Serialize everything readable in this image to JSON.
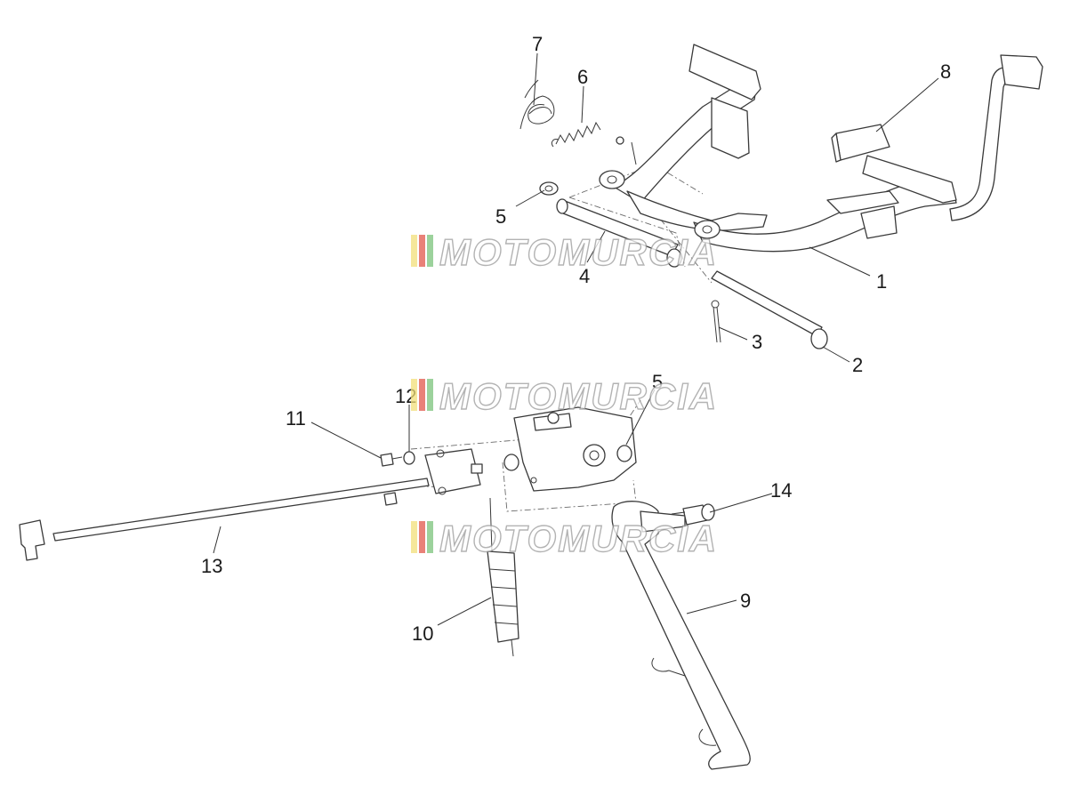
{
  "callouts": {
    "c1": "1",
    "c2": "2",
    "c3": "3",
    "c4": "4",
    "c5a": "5",
    "c5b": "5",
    "c6": "6",
    "c7": "7",
    "c8": "8",
    "c9": "9",
    "c10": "10",
    "c11": "11",
    "c12": "12",
    "c13": "13",
    "c14": "14"
  },
  "watermark": {
    "text": "MOTOMURCIA",
    "colors": [
      "#f2e07a",
      "#e2574c",
      "#7cc37c",
      "#b8b8b8"
    ]
  },
  "colors": {
    "line": "#3a3a3a",
    "background": "#ffffff"
  }
}
